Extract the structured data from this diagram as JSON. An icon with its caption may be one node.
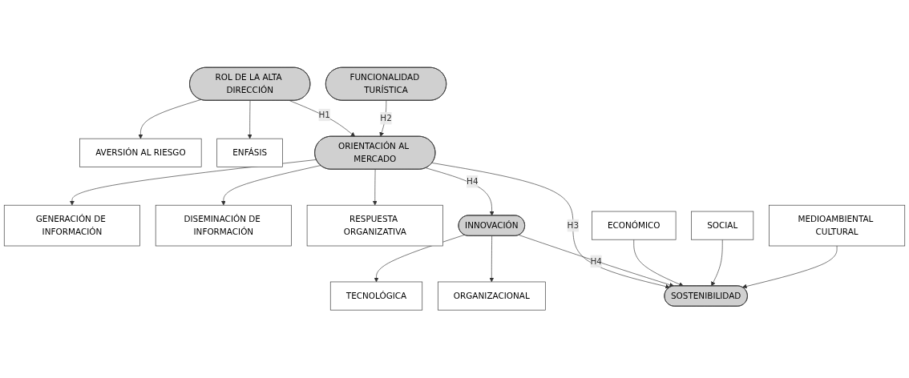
{
  "diagram": {
    "nodes": [
      {
        "text": [
          "ROL DE LA ALTA DIRECCIÓN"
        ]
      },
      {
        "text": [
          "AVERSIÓN AL RIESGO"
        ]
      },
      {
        "text": [
          "ENFÁSIS"
        ]
      },
      {
        "text": [
          "FUNCIONALIDAD TURÍSTICA"
        ]
      },
      {
        "text": [
          "ORIENTACIÓN AL MERCADO"
        ]
      },
      {
        "text": [
          "GENERACIÓN DE INFORMACIÓN"
        ]
      },
      {
        "text": [
          "DISEMINACIÓN DE INFORMACIÓN"
        ]
      },
      {
        "text": [
          "RESPUESTA ORGANIZATIVA"
        ]
      },
      {
        "text": [
          "INNOVACIÓN"
        ]
      },
      {
        "text": [
          "ORGANIZACIONAL"
        ]
      },
      {
        "text": [
          "TECNOLÓGICA"
        ]
      },
      {
        "text": [
          "SOSTENIBILIDAD"
        ]
      },
      {
        "text": [
          "ECONÓMICO"
        ]
      },
      {
        "text": [
          "SOCIAL"
        ]
      },
      {
        "text": [
          "MEDIOAMBIENTAL CULTURAL"
        ]
      }
    ],
    "edges": [
      {
        "from": 0,
        "to": 1,
        "arrow": "to"
      },
      {
        "from": 0,
        "to": 2,
        "arrow": "to"
      },
      {
        "from": 0,
        "to": 4,
        "arrow": "to",
        "label": "H1"
      },
      {
        "from": 3,
        "to": 4,
        "arrow": "to",
        "label": "H2"
      },
      {
        "from": 4,
        "to": 5,
        "arrow": "to"
      },
      {
        "from": 4,
        "to": 6,
        "arrow": "to"
      },
      {
        "from": 4,
        "to": 7,
        "arrow": "to"
      },
      {
        "from": 4,
        "to": 8,
        "arrow": "to",
        "label": "H4"
      },
      {
        "from": 4,
        "to": 11,
        "arrow": "to",
        "label": "H3"
      },
      {
        "from": 8,
        "to": 11,
        "arrow": "to",
        "label": "H4"
      },
      {
        "from": 8,
        "to": 9,
        "arrow": "to"
      },
      {
        "from": 8,
        "to": 10,
        "arrow": "to"
      },
      {
        "from": 12,
        "to": 11,
        "arrow": "to"
      },
      {
        "from": 13,
        "to": 11,
        "arrow": "to"
      },
      {
        "from": 14,
        "to": 11,
        "arrow": "to"
      }
    ]
  }
}
